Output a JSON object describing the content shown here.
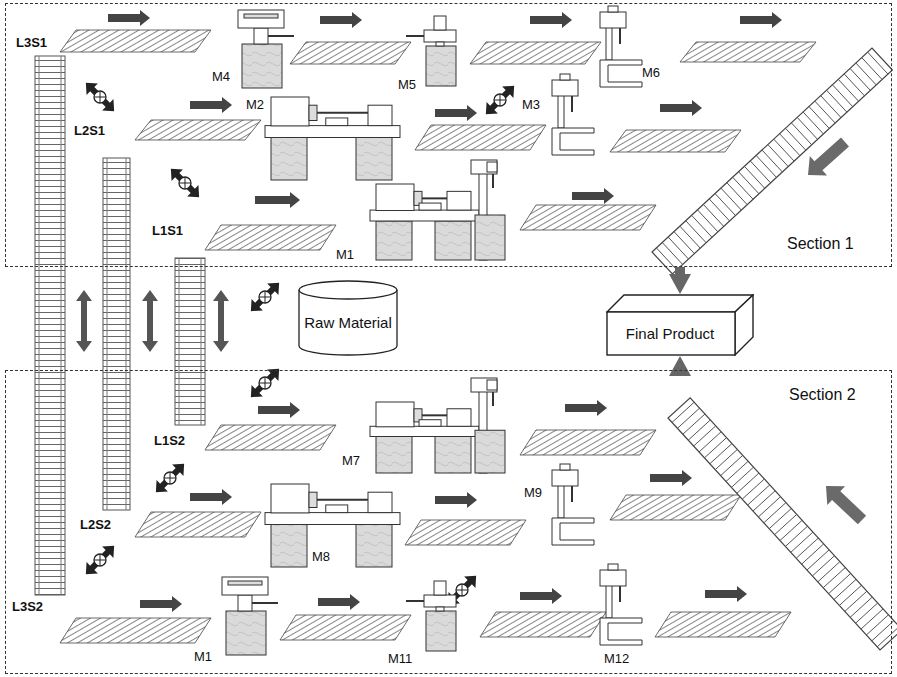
{
  "diagram": {
    "nodes": [
      {
        "text": [
          "Section 1"
        ]
      },
      {
        "text": [
          "Section 2"
        ]
      },
      {
        "text": [
          "Raw Material"
        ]
      },
      {
        "text": [
          "Final Product"
        ]
      }
    ],
    "edges": [
      {
        "from": 0,
        "to": 3,
        "arrow": "to"
      },
      {
        "from": 1,
        "to": 3,
        "arrow": "to"
      }
    ],
    "labels": [
      "L3S1",
      "M4",
      "M5",
      "M6",
      "L2S1",
      "M2",
      "M3",
      "L1S1",
      "M1",
      "L1S2",
      "M7",
      "L2S2",
      "M8",
      "M9",
      "L3S2",
      "M1",
      "M11",
      "M12"
    ]
  }
}
